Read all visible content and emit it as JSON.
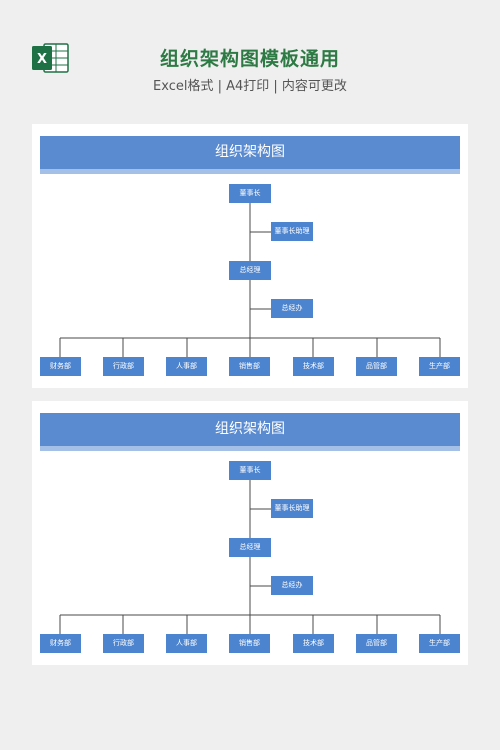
{
  "header": {
    "logo_icon": "excel-icon",
    "logo_letter": "X",
    "title": "组织架构图模板通用",
    "subtitle": "Excel格式 | A4打印 | 内容可更改"
  },
  "colors": {
    "title_green": "#2d7a44",
    "header_blue": "#5a8ad0",
    "header_strip": "#a4c0e6",
    "node_blue": "#4d84cf",
    "line": "#4a4a4a"
  },
  "charts": [
    {
      "title": "组织架构图",
      "chairman": "董事长",
      "chairman_assistant": "董事长助理",
      "general_manager": "总经理",
      "gm_office": "总经办",
      "departments": [
        "财务部",
        "行政部",
        "人事部",
        "销售部",
        "技术部",
        "品管部",
        "生产部"
      ]
    },
    {
      "title": "组织架构图",
      "chairman": "董事长",
      "chairman_assistant": "董事长助理",
      "general_manager": "总经理",
      "gm_office": "总经办",
      "departments": [
        "财务部",
        "行政部",
        "人事部",
        "销售部",
        "技术部",
        "品管部",
        "生产部"
      ]
    }
  ]
}
